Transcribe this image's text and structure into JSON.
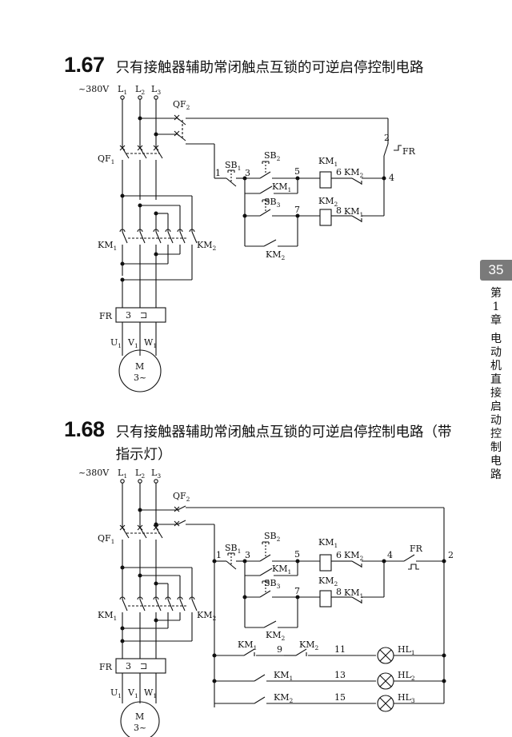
{
  "section_167": {
    "number": "1.67",
    "title": "只有接触器辅助常闭触点互锁的可逆启停控制电路",
    "voltage": "~380V",
    "phases": [
      "L",
      "L",
      "L"
    ],
    "phase_subs": [
      "1",
      "2",
      "3"
    ],
    "breakers": {
      "main": "QF",
      "main_sub": "1",
      "control": "QF",
      "control_sub": "2"
    },
    "contactors": {
      "km1": "KM",
      "km1_sub": "1",
      "km2": "KM",
      "km2_sub": "2"
    },
    "overload": {
      "label": "FR",
      "poles": "3",
      "symbol": "⊐"
    },
    "motor": {
      "letter": "M",
      "phase": "3~",
      "terminals": [
        "U",
        "V",
        "W"
      ],
      "terminal_sub": "1"
    },
    "control": {
      "stop_button": "SB",
      "stop_sub": "1",
      "fwd_button": "SB",
      "fwd_sub": "2",
      "rev_button": "SB",
      "rev_sub": "3",
      "nodes": [
        "1",
        "2",
        "3",
        "4",
        "5",
        "6",
        "7",
        "8"
      ],
      "fr_contact": "FR"
    }
  },
  "section_168": {
    "number": "1.68",
    "title": "只有接触器辅助常闭触点互锁的可逆启停控制电路（带指示灯）",
    "voltage": "~380V",
    "phases": [
      "L",
      "L",
      "L"
    ],
    "phase_subs": [
      "1",
      "2",
      "3"
    ],
    "breakers": {
      "main": "QF",
      "main_sub": "1",
      "control": "QF",
      "control_sub": "2"
    },
    "contactors": {
      "km1": "KM",
      "km1_sub": "1",
      "km2": "KM",
      "km2_sub": "2"
    },
    "overload": {
      "label": "FR",
      "poles": "3",
      "symbol": "⊐"
    },
    "motor": {
      "letter": "M",
      "phase": "3~",
      "terminals": [
        "U",
        "V",
        "W"
      ],
      "terminal_sub": "1"
    },
    "control": {
      "stop_button": "SB",
      "stop_sub": "1",
      "fwd_button": "SB",
      "fwd_sub": "2",
      "rev_button": "SB",
      "rev_sub": "3",
      "nodes": [
        "1",
        "2",
        "3",
        "4",
        "5",
        "6",
        "7",
        "8"
      ],
      "fr_contact": "FR"
    },
    "indicators": {
      "lamp_label": "HL",
      "lamps": [
        {
          "sub": "1",
          "node": "11",
          "contacts": [
            "KM",
            "KM"
          ],
          "contact_subs": [
            "1",
            "2"
          ],
          "mid_node": "9"
        },
        {
          "sub": "2",
          "node": "13",
          "contacts": [
            "KM"
          ],
          "contact_subs": [
            "1"
          ]
        },
        {
          "sub": "3",
          "node": "15",
          "contacts": [
            "KM"
          ],
          "contact_subs": [
            "2"
          ]
        }
      ]
    }
  },
  "side_tab": {
    "page_number": "35",
    "chapter": [
      "第",
      "1",
      "章",
      "电",
      "动",
      "机",
      "直",
      "接",
      "启",
      "动",
      "控",
      "制",
      "电",
      "路"
    ]
  }
}
